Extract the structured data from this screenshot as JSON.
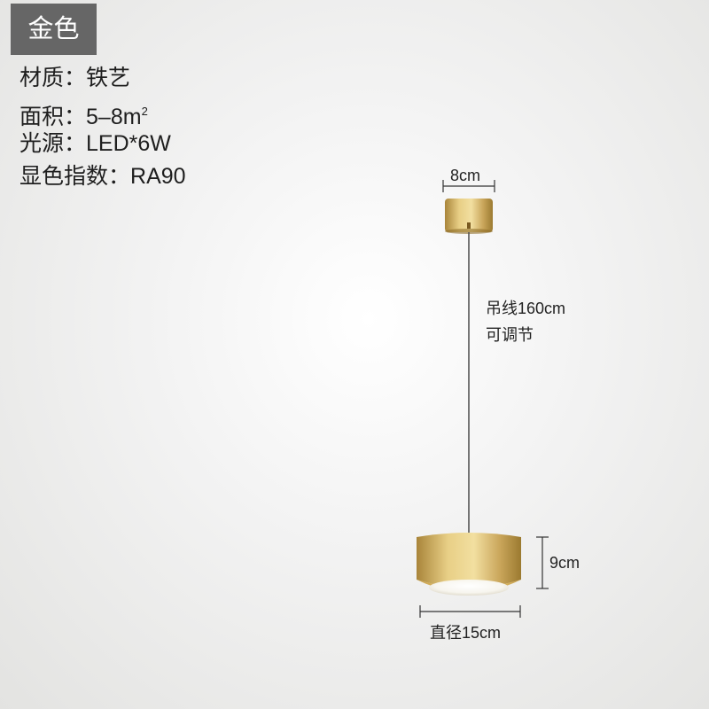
{
  "color_tag": "金色",
  "specs": [
    {
      "label": "材质：",
      "value": "铁艺"
    },
    {
      "label": "面积：",
      "value": "5–8m",
      "sup": "2"
    },
    {
      "label": "光源：",
      "value": "LED*6W"
    },
    {
      "label": "显色指数：",
      "value": "RA90"
    }
  ],
  "dimensions": {
    "canopy_width": "8cm",
    "cable_length": "吊线160cm",
    "cable_note": "可调节",
    "shade_height": "9cm",
    "shade_diameter": "直径15cm"
  },
  "colors": {
    "tag_background": "#666666",
    "brass_light": "#e8cf86",
    "brass_dark": "#b08c3a",
    "cable": "#555555"
  }
}
